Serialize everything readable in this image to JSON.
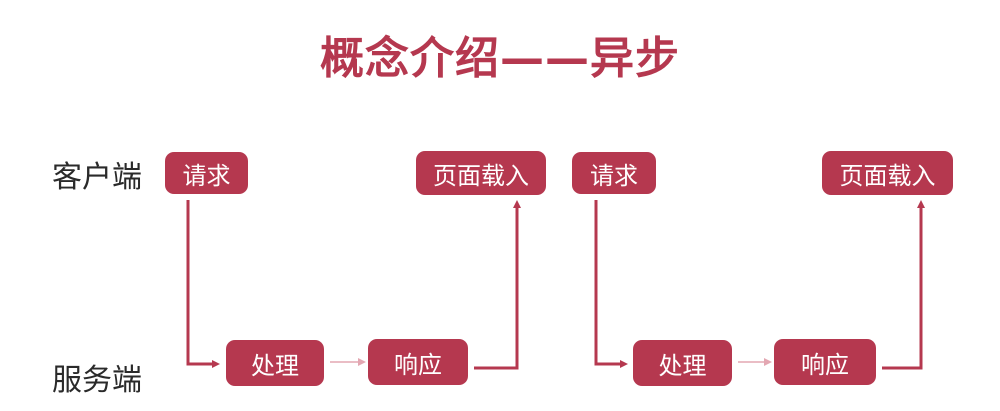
{
  "title": "概念介绍——异步",
  "lanes": {
    "client": "客户端",
    "server": "服务端"
  },
  "flows": [
    {
      "request": "请求",
      "process": "处理",
      "response": "响应",
      "page_load": "页面载入"
    },
    {
      "request": "请求",
      "process": "处理",
      "response": "响应",
      "page_load": "页面载入"
    }
  ],
  "colors": {
    "accent": "#b5384f",
    "thin_arrow": "#e3a7b2",
    "text": "#2a2a2a"
  }
}
